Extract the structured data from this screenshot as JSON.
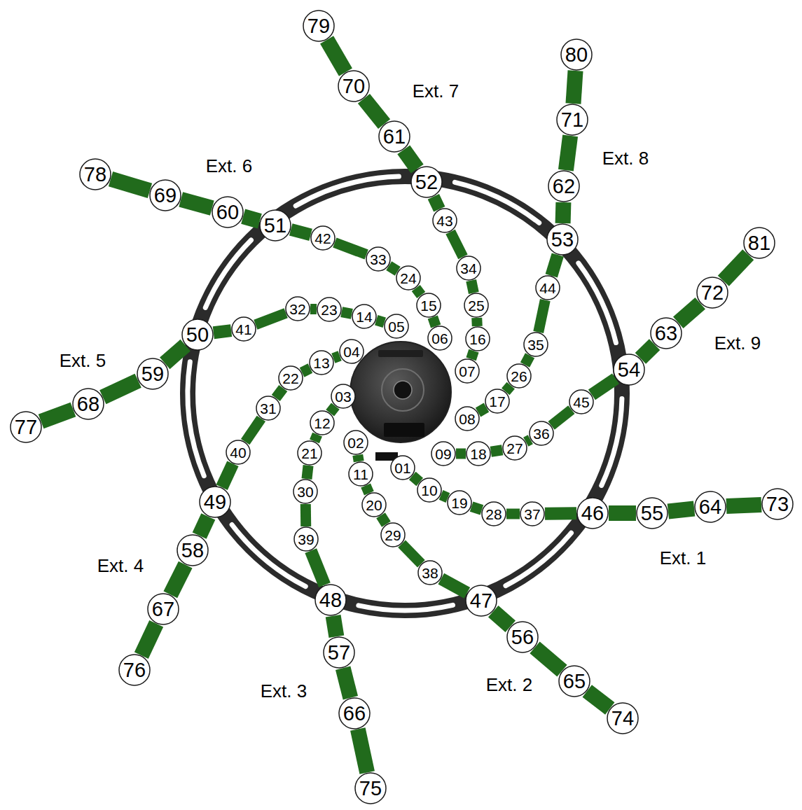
{
  "diagram": {
    "nodes": [
      {
        "text": [
          "01"
        ]
      },
      {
        "text": [
          "02"
        ]
      },
      {
        "text": [
          "03"
        ]
      },
      {
        "text": [
          "04"
        ]
      },
      {
        "text": [
          "05"
        ]
      },
      {
        "text": [
          "06"
        ]
      },
      {
        "text": [
          "07"
        ]
      },
      {
        "text": [
          "08"
        ]
      },
      {
        "text": [
          "09"
        ]
      },
      {
        "text": [
          "10"
        ]
      },
      {
        "text": [
          "11"
        ]
      },
      {
        "text": [
          "12"
        ]
      },
      {
        "text": [
          "13"
        ]
      },
      {
        "text": [
          "14"
        ]
      },
      {
        "text": [
          "15"
        ]
      },
      {
        "text": [
          "16"
        ]
      },
      {
        "text": [
          "17"
        ]
      },
      {
        "text": [
          "18"
        ]
      },
      {
        "text": [
          "19"
        ]
      },
      {
        "text": [
          "20"
        ]
      },
      {
        "text": [
          "21"
        ]
      },
      {
        "text": [
          "22"
        ]
      },
      {
        "text": [
          "23"
        ]
      },
      {
        "text": [
          "24"
        ]
      },
      {
        "text": [
          "25"
        ]
      },
      {
        "text": [
          "26"
        ]
      },
      {
        "text": [
          "27"
        ]
      },
      {
        "text": [
          "28"
        ]
      },
      {
        "text": [
          "29"
        ]
      },
      {
        "text": [
          "30"
        ]
      },
      {
        "text": [
          "31"
        ]
      },
      {
        "text": [
          "32"
        ]
      },
      {
        "text": [
          "33"
        ]
      },
      {
        "text": [
          "34"
        ]
      },
      {
        "text": [
          "35"
        ]
      },
      {
        "text": [
          "36"
        ]
      },
      {
        "text": [
          "37"
        ]
      },
      {
        "text": [
          "38"
        ]
      },
      {
        "text": [
          "39"
        ]
      },
      {
        "text": [
          "40"
        ]
      },
      {
        "text": [
          "41"
        ]
      },
      {
        "text": [
          "42"
        ]
      },
      {
        "text": [
          "43"
        ]
      },
      {
        "text": [
          "44"
        ]
      },
      {
        "text": [
          "45"
        ]
      },
      {
        "text": [
          "46"
        ]
      },
      {
        "text": [
          "47"
        ]
      },
      {
        "text": [
          "48"
        ]
      },
      {
        "text": [
          "49"
        ]
      },
      {
        "text": [
          "50"
        ]
      },
      {
        "text": [
          "51"
        ]
      },
      {
        "text": [
          "52"
        ]
      },
      {
        "text": [
          "53"
        ]
      },
      {
        "text": [
          "54"
        ]
      },
      {
        "text": [
          "55"
        ]
      },
      {
        "text": [
          "56"
        ]
      },
      {
        "text": [
          "57"
        ]
      },
      {
        "text": [
          "58"
        ]
      },
      {
        "text": [
          "59"
        ]
      },
      {
        "text": [
          "60"
        ]
      },
      {
        "text": [
          "61"
        ]
      },
      {
        "text": [
          "62"
        ]
      },
      {
        "text": [
          "63"
        ]
      },
      {
        "text": [
          "64"
        ]
      },
      {
        "text": [
          "65"
        ]
      },
      {
        "text": [
          "66"
        ]
      },
      {
        "text": [
          "67"
        ]
      },
      {
        "text": [
          "68"
        ]
      },
      {
        "text": [
          "69"
        ]
      },
      {
        "text": [
          "70"
        ]
      },
      {
        "text": [
          "71"
        ]
      },
      {
        "text": [
          "72"
        ]
      },
      {
        "text": [
          "73"
        ]
      },
      {
        "text": [
          "74"
        ]
      },
      {
        "text": [
          "75"
        ]
      },
      {
        "text": [
          "76"
        ]
      },
      {
        "text": [
          "77"
        ]
      },
      {
        "text": [
          "78"
        ]
      },
      {
        "text": [
          "79"
        ]
      },
      {
        "text": [
          "80"
        ]
      },
      {
        "text": [
          "81"
        ]
      }
    ],
    "edges": [
      {
        "from": 0,
        "to": 9,
        "arrow": "none"
      },
      {
        "from": 9,
        "to": 18,
        "arrow": "none"
      },
      {
        "from": 18,
        "to": 27,
        "arrow": "none"
      },
      {
        "from": 27,
        "to": 36,
        "arrow": "none"
      },
      {
        "from": 36,
        "to": 45,
        "arrow": "none"
      },
      {
        "from": 45,
        "to": 54,
        "arrow": "none"
      },
      {
        "from": 54,
        "to": 63,
        "arrow": "none"
      },
      {
        "from": 63,
        "to": 72,
        "arrow": "none"
      },
      {
        "from": 1,
        "to": 10,
        "arrow": "none"
      },
      {
        "from": 10,
        "to": 19,
        "arrow": "none"
      },
      {
        "from": 19,
        "to": 28,
        "arrow": "none"
      },
      {
        "from": 28,
        "to": 37,
        "arrow": "none"
      },
      {
        "from": 37,
        "to": 46,
        "arrow": "none"
      },
      {
        "from": 46,
        "to": 55,
        "arrow": "none"
      },
      {
        "from": 55,
        "to": 64,
        "arrow": "none"
      },
      {
        "from": 64,
        "to": 73,
        "arrow": "none"
      },
      {
        "from": 2,
        "to": 11,
        "arrow": "none"
      },
      {
        "from": 11,
        "to": 20,
        "arrow": "none"
      },
      {
        "from": 20,
        "to": 29,
        "arrow": "none"
      },
      {
        "from": 29,
        "to": 38,
        "arrow": "none"
      },
      {
        "from": 38,
        "to": 47,
        "arrow": "none"
      },
      {
        "from": 47,
        "to": 56,
        "arrow": "none"
      },
      {
        "from": 56,
        "to": 65,
        "arrow": "none"
      },
      {
        "from": 65,
        "to": 74,
        "arrow": "none"
      },
      {
        "from": 3,
        "to": 12,
        "arrow": "none"
      },
      {
        "from": 12,
        "to": 21,
        "arrow": "none"
      },
      {
        "from": 21,
        "to": 30,
        "arrow": "none"
      },
      {
        "from": 30,
        "to": 39,
        "arrow": "none"
      },
      {
        "from": 39,
        "to": 48,
        "arrow": "none"
      },
      {
        "from": 48,
        "to": 57,
        "arrow": "none"
      },
      {
        "from": 57,
        "to": 66,
        "arrow": "none"
      },
      {
        "from": 66,
        "to": 75,
        "arrow": "none"
      },
      {
        "from": 4,
        "to": 13,
        "arrow": "none"
      },
      {
        "from": 13,
        "to": 22,
        "arrow": "none"
      },
      {
        "from": 22,
        "to": 31,
        "arrow": "none"
      },
      {
        "from": 31,
        "to": 40,
        "arrow": "none"
      },
      {
        "from": 40,
        "to": 49,
        "arrow": "none"
      },
      {
        "from": 49,
        "to": 58,
        "arrow": "none"
      },
      {
        "from": 58,
        "to": 67,
        "arrow": "none"
      },
      {
        "from": 67,
        "to": 76,
        "arrow": "none"
      },
      {
        "from": 5,
        "to": 14,
        "arrow": "none"
      },
      {
        "from": 14,
        "to": 23,
        "arrow": "none"
      },
      {
        "from": 23,
        "to": 32,
        "arrow": "none"
      },
      {
        "from": 32,
        "to": 41,
        "arrow": "none"
      },
      {
        "from": 41,
        "to": 50,
        "arrow": "none"
      },
      {
        "from": 50,
        "to": 59,
        "arrow": "none"
      },
      {
        "from": 59,
        "to": 68,
        "arrow": "none"
      },
      {
        "from": 68,
        "to": 77,
        "arrow": "none"
      },
      {
        "from": 6,
        "to": 15,
        "arrow": "none"
      },
      {
        "from": 15,
        "to": 24,
        "arrow": "none"
      },
      {
        "from": 24,
        "to": 33,
        "arrow": "none"
      },
      {
        "from": 33,
        "to": 42,
        "arrow": "none"
      },
      {
        "from": 42,
        "to": 51,
        "arrow": "none"
      },
      {
        "from": 51,
        "to": 60,
        "arrow": "none"
      },
      {
        "from": 60,
        "to": 69,
        "arrow": "none"
      },
      {
        "from": 69,
        "to": 78,
        "arrow": "none"
      },
      {
        "from": 7,
        "to": 16,
        "arrow": "none"
      },
      {
        "from": 16,
        "to": 25,
        "arrow": "none"
      },
      {
        "from": 25,
        "to": 34,
        "arrow": "none"
      },
      {
        "from": 34,
        "to": 43,
        "arrow": "none"
      },
      {
        "from": 43,
        "to": 52,
        "arrow": "none"
      },
      {
        "from": 52,
        "to": 61,
        "arrow": "none"
      },
      {
        "from": 61,
        "to": 70,
        "arrow": "none"
      },
      {
        "from": 70,
        "to": 79,
        "arrow": "none"
      },
      {
        "from": 8,
        "to": 17,
        "arrow": "none"
      },
      {
        "from": 17,
        "to": 26,
        "arrow": "none"
      },
      {
        "from": 26,
        "to": 35,
        "arrow": "none"
      },
      {
        "from": 35,
        "to": 44,
        "arrow": "none"
      },
      {
        "from": 44,
        "to": 53,
        "arrow": "none"
      },
      {
        "from": 53,
        "to": 62,
        "arrow": "none"
      },
      {
        "from": 62,
        "to": 71,
        "arrow": "none"
      },
      {
        "from": 71,
        "to": 80,
        "arrow": "none"
      }
    ],
    "labels": [
      "Ext. 1",
      "Ext. 2",
      "Ext. 3",
      "Ext. 4",
      "Ext. 5",
      "Ext. 6",
      "Ext. 7",
      "Ext. 8",
      "Ext. 9"
    ]
  }
}
